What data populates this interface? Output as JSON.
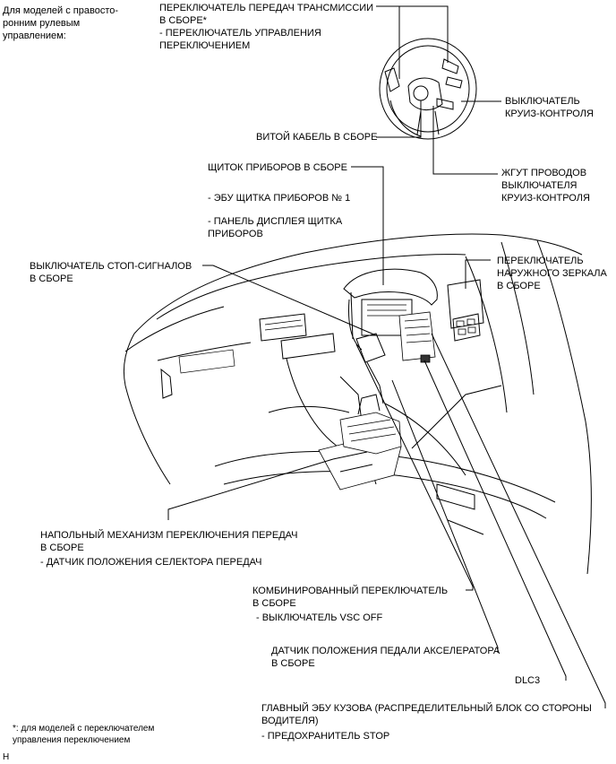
{
  "header_note": [
    "Для моделей с правосто-",
    "ронним рулевым",
    "управлением:"
  ],
  "labels": {
    "transmission_switch": [
      "ПЕРЕКЛЮЧАТЕЛЬ ПЕРЕДАЧ ТРАНСМИССИИ",
      "В СБОРЕ*",
      "- ПЕРЕКЛЮЧАТЕЛЬ УПРАВЛЕНИЯ",
      "ПЕРЕКЛЮЧЕНИЕМ"
    ],
    "cruise_switch": [
      "ВЫКЛЮЧАТЕЛЬ",
      "КРУИЗ-КОНТРОЛЯ"
    ],
    "spiral_cable": [
      "ВИТОЙ КАБЕЛЬ В СБОРЕ"
    ],
    "cruise_harness": [
      "ЖГУТ ПРОВОДОВ",
      "ВЫКЛЮЧАТЕЛЯ",
      "КРУИЗ-КОНТРОЛЯ"
    ],
    "combination_meter": [
      "ЩИТОК ПРИБОРОВ В СБОРЕ"
    ],
    "meter_ecu": [
      "- ЭБУ ЩИТКА ПРИБОРОВ № 1"
    ],
    "meter_display": [
      "- ПАНЕЛЬ ДИСПЛЕЯ ЩИТКА",
      "ПРИБОРОВ"
    ],
    "stop_light_switch": [
      "ВЫКЛЮЧАТЕЛЬ СТОП-СИГНАЛОВ",
      "В СБОРЕ"
    ],
    "mirror_switch": [
      "ПЕРЕКЛЮЧАТЕЛЬ",
      "НАРУЖНОГО ЗЕРКАЛА",
      "В СБОРЕ"
    ],
    "floor_shift": [
      "НАПОЛЬНЫЙ МЕХАНИЗМ ПЕРЕКЛЮЧЕНИЯ ПЕРЕДАЧ",
      "В СБОРЕ",
      "- ДАТЧИК ПОЛОЖЕНИЯ СЕЛЕКТОРА ПЕРЕДАЧ"
    ],
    "combination_switch": [
      "КОМБИНИРОВАННЫЙ ПЕРЕКЛЮЧАТЕЛЬ",
      "В СБОРЕ",
      "- ВЫКЛЮЧАТЕЛЬ VSC OFF"
    ],
    "accel_sensor": [
      "ДАТЧИК ПОЛОЖЕНИЯ ПЕДАЛИ АКСЕЛЕРАТОРА",
      "В СБОРЕ"
    ],
    "dlc3": [
      "DLC3"
    ],
    "main_body_ecu": [
      "ГЛАВНЫЙ ЭБУ КУЗОВА (РАСПРЕДЕЛИТЕЛЬНЫЙ БЛОК СО СТОРОНЫ",
      "ВОДИТЕЛЯ)",
      "- ПРЕДОХРАНИТЕЛЬ STOP"
    ]
  },
  "footnote": [
    "*: для моделей с переключателем",
    "управления переключением"
  ],
  "corner_code": "H"
}
